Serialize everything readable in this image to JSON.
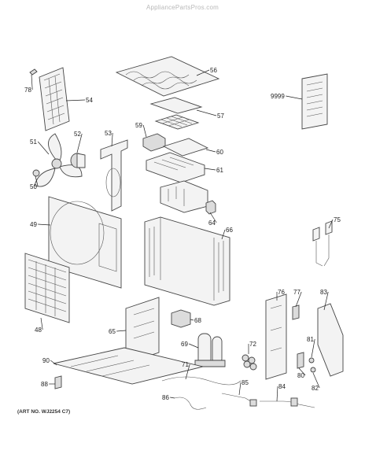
{
  "watermark": "AppliancePartsPros.com",
  "art_number": "(ART NO. WJ2254 C7)",
  "callouts": [
    "78",
    "54",
    "56",
    "9999",
    "57",
    "53",
    "59",
    "51",
    "52",
    "60",
    "61",
    "50",
    "64",
    "49",
    "75",
    "66",
    "48",
    "65",
    "68",
    "76",
    "77",
    "83",
    "69",
    "72",
    "81",
    "90",
    "71",
    "80",
    "82",
    "88",
    "85",
    "84",
    "86"
  ]
}
